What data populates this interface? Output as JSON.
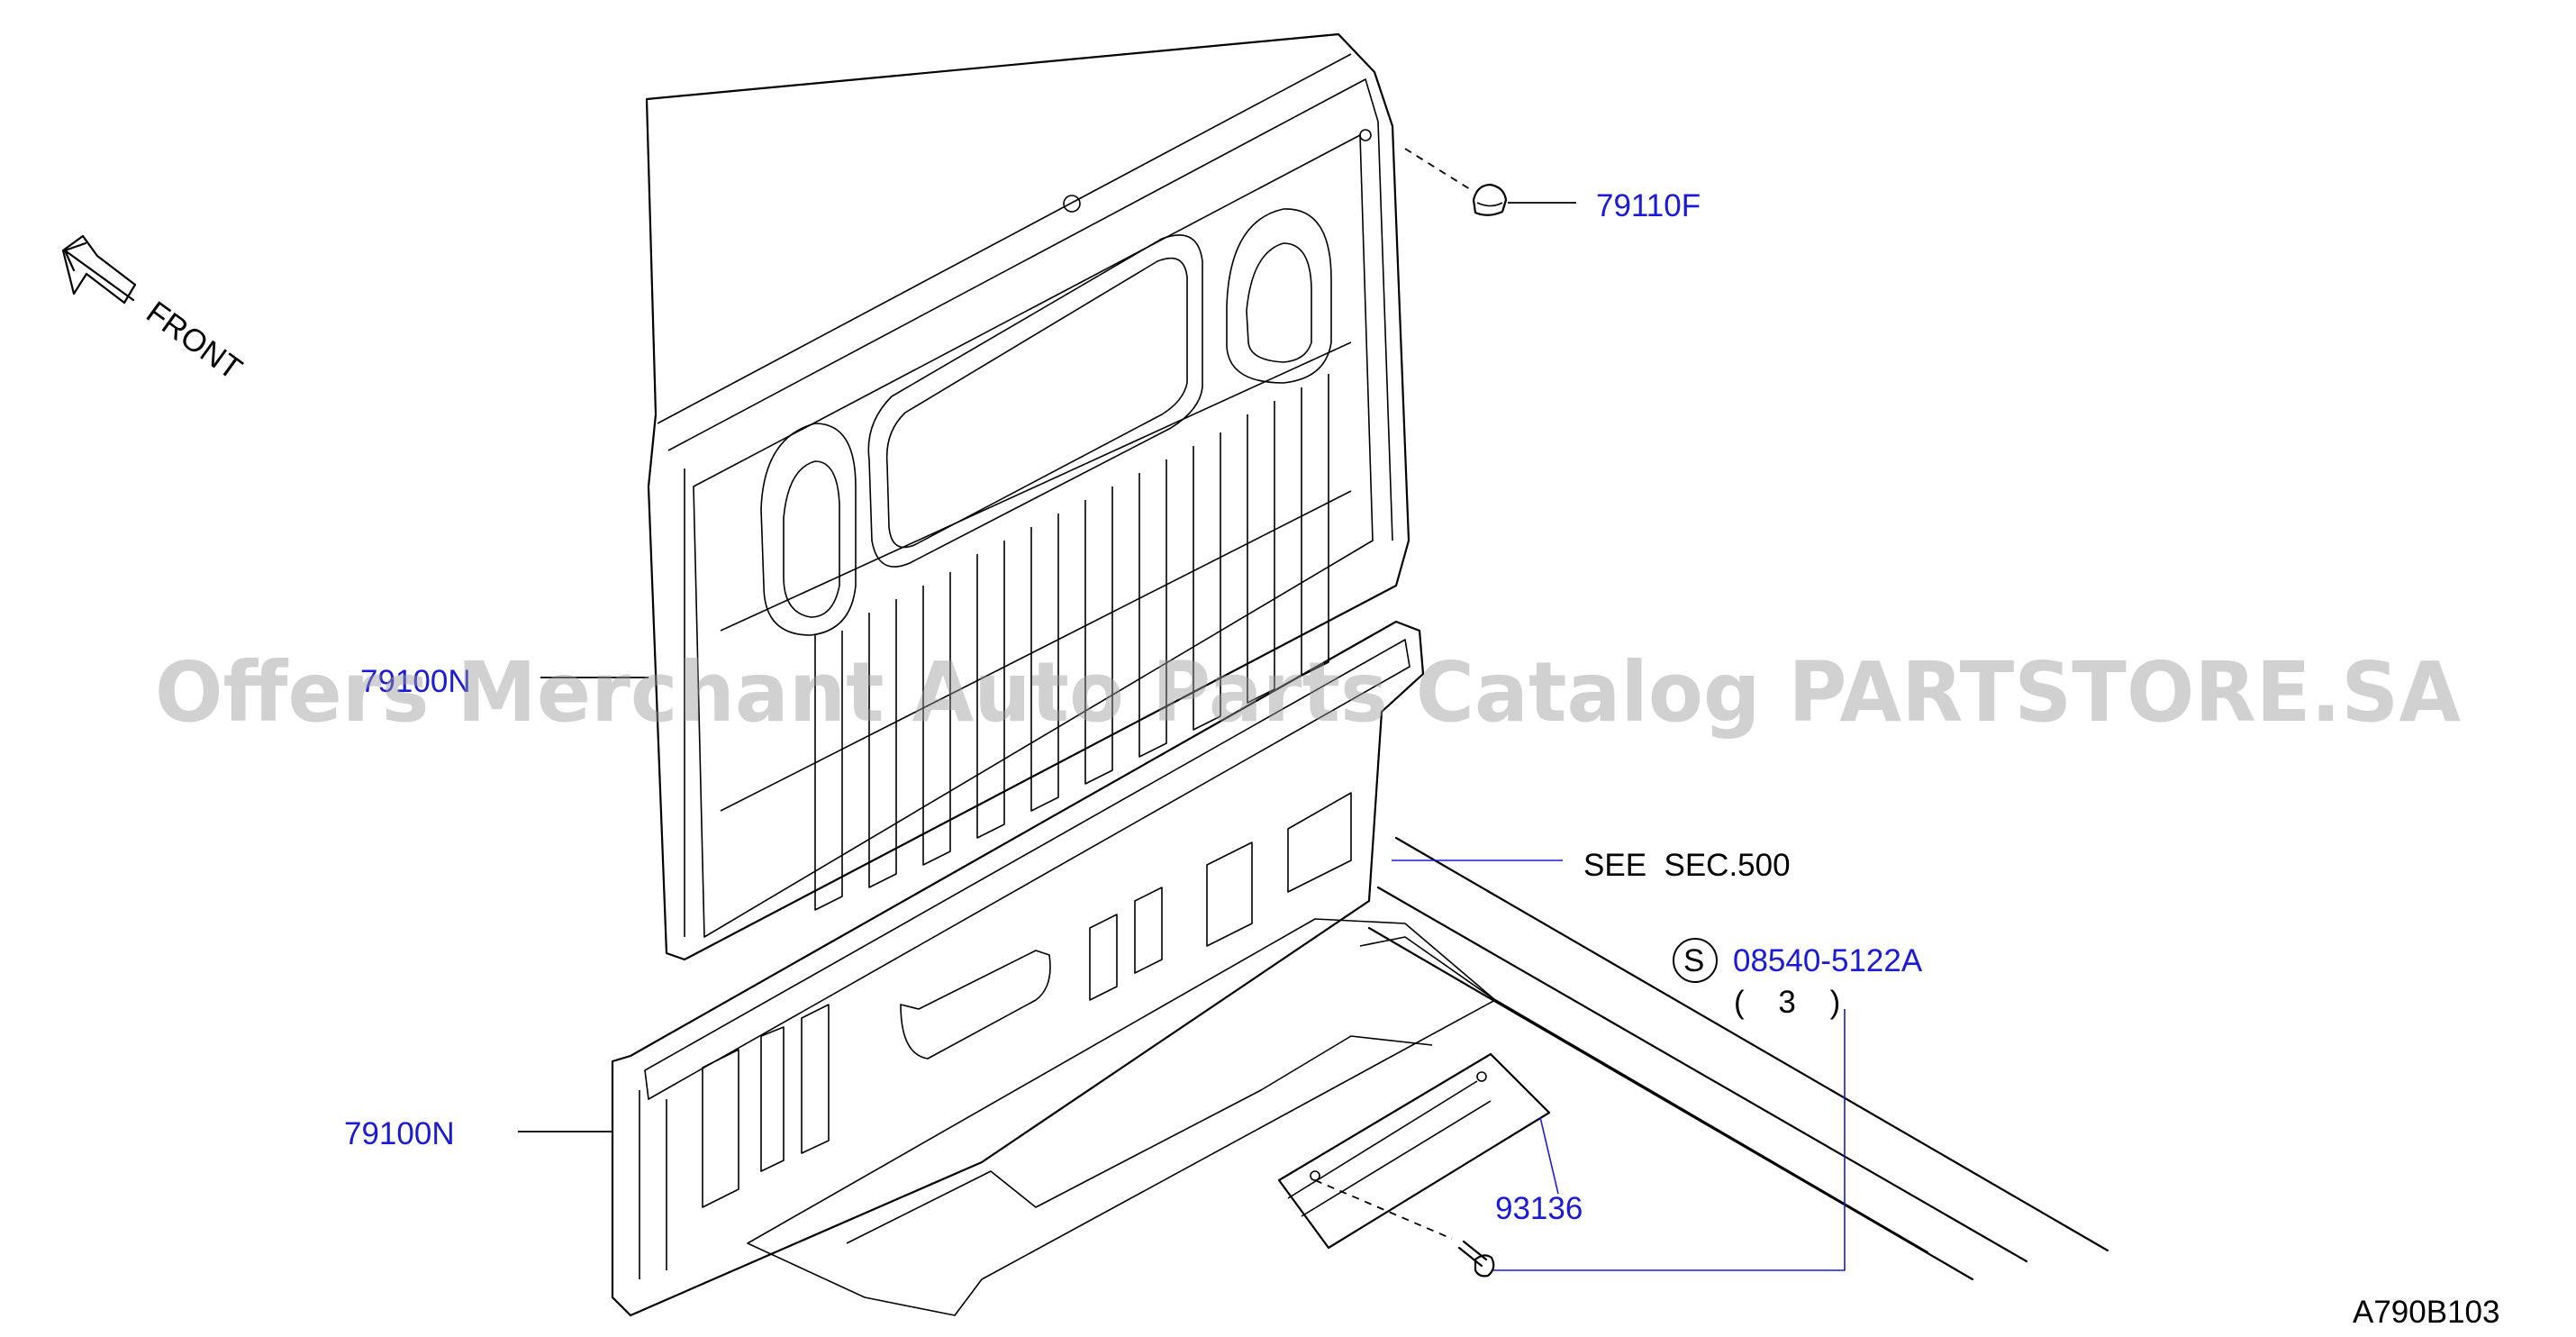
{
  "diagram": {
    "front_label": "FRONT",
    "figure_code": "A790B103",
    "watermark": "Offers Merchant Auto Parts Catalog PARTSTORE.SA",
    "colors": {
      "part_number": "#1a1ad8",
      "line": "#000000",
      "watermark": "#9a9a9a"
    },
    "callouts": [
      {
        "part": "79110F"
      },
      {
        "part": "79100N",
        "position": "left-upper"
      },
      {
        "part": "79100N",
        "position": "left-lower"
      },
      {
        "part": "93136"
      }
    ],
    "see_section": "SEE  SEC.500",
    "screw": {
      "symbol": "S",
      "part": "08540-5122A",
      "qty": "( 3 )"
    }
  }
}
